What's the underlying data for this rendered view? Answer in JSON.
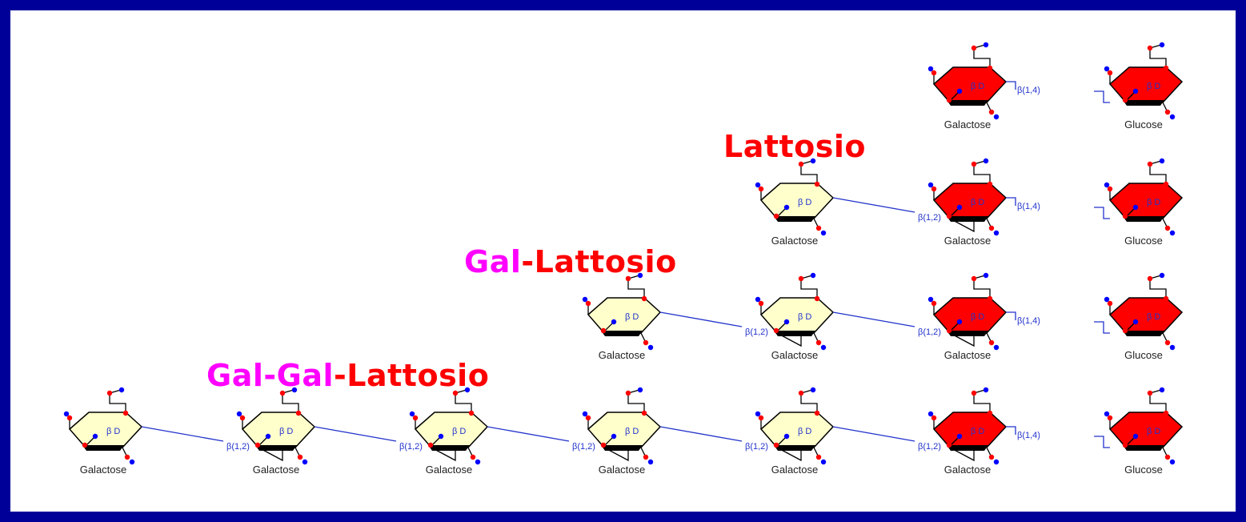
{
  "titles": {
    "lattosio": {
      "text": "Lattosio",
      "color": "#ff0000"
    },
    "gal_lattosio": {
      "gal": "Gal",
      "lattosio": "-Lattosio",
      "gal_color": "#ff00ff",
      "rest_color": "#ff0000"
    },
    "gal_gal_lattosio": {
      "gal1": "Gal",
      "gal2": "-Gal",
      "lattosio": "-Lattosio",
      "gal_color": "#ff00ff",
      "rest_color": "#ff0000"
    }
  },
  "labels": {
    "galactose": "Galactose",
    "glucose": "Glucose",
    "anomer": "β D",
    "bond_12": "β(1,2)",
    "bond_14": "β(1,4)"
  },
  "colors": {
    "background": "#000099",
    "panel": "#ffffff",
    "galactose_fill": "#ffffcc",
    "lactose_fill": "#ff0000",
    "bond_line": "#2233cc",
    "oxygen_dot": "#ff0000",
    "hydroxyl_dot": "#0000ff"
  },
  "rows": [
    {
      "name": "lactose",
      "units": [
        "lactose-galactose",
        "glucose"
      ],
      "bonds": [
        "bond_14"
      ]
    },
    {
      "name": "gal-lactose",
      "units": [
        "galactose",
        "lactose-galactose",
        "glucose"
      ],
      "bonds": [
        "bond_12",
        "bond_14"
      ]
    },
    {
      "name": "gal-gal-lactose",
      "units": [
        "galactose",
        "galactose",
        "lactose-galactose",
        "glucose"
      ],
      "bonds": [
        "bond_12",
        "bond_12",
        "bond_14"
      ]
    },
    {
      "name": "long-chain",
      "units": [
        "galactose",
        "galactose",
        "galactose",
        "galactose",
        "galactose",
        "lactose-galactose",
        "glucose"
      ],
      "bonds": [
        "bond_12",
        "bond_12",
        "bond_12",
        "bond_12",
        "bond_12",
        "bond_14"
      ]
    }
  ]
}
